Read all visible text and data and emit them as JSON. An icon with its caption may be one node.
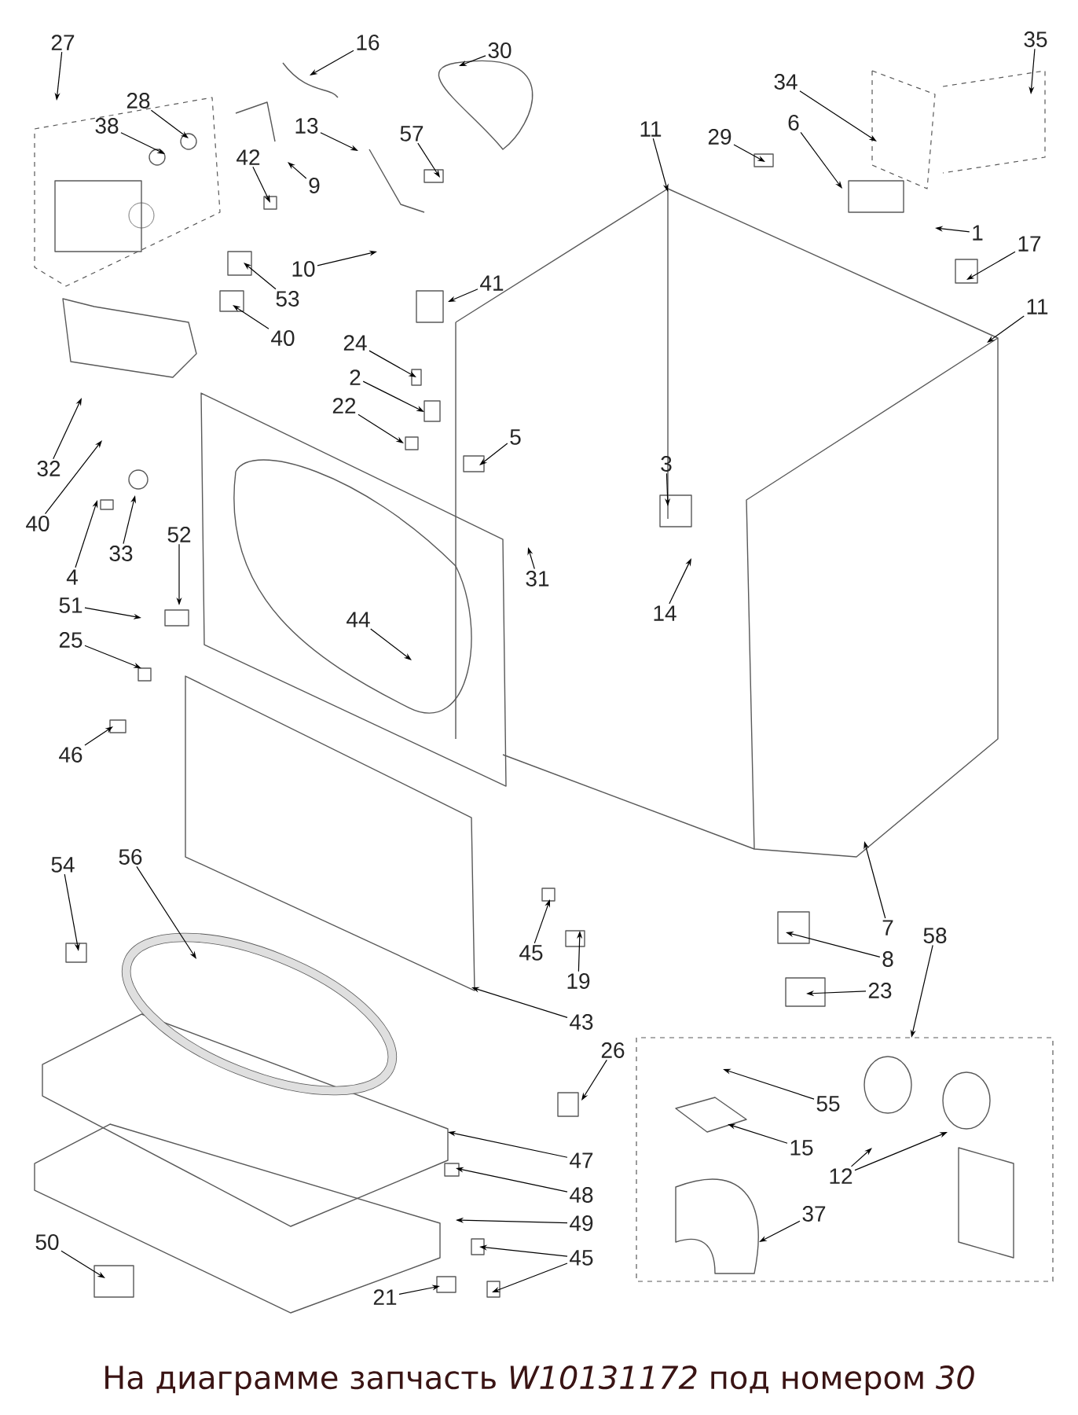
{
  "diagram": {
    "caption": "На диаграмме запчасть *W10131172* под номером *30*",
    "nodes": [
      {
        "text": [
          "27"
        ]
      },
      {
        "text": [
          "16"
        ]
      },
      {
        "text": [
          "30"
        ]
      },
      {
        "text": [
          "28"
        ]
      },
      {
        "text": [
          "38"
        ]
      },
      {
        "text": [
          "42"
        ]
      },
      {
        "text": [
          "9"
        ]
      },
      {
        "text": [
          "13"
        ]
      },
      {
        "text": [
          "57"
        ]
      },
      {
        "text": [
          "10"
        ]
      },
      {
        "text": [
          "53"
        ]
      },
      {
        "text": [
          "41"
        ]
      },
      {
        "text": [
          "40"
        ]
      },
      {
        "text": [
          "24"
        ]
      },
      {
        "text": [
          "2"
        ]
      },
      {
        "text": [
          "22"
        ]
      },
      {
        "text": [
          "5"
        ]
      },
      {
        "text": [
          "32"
        ]
      },
      {
        "text": [
          "40"
        ]
      },
      {
        "text": [
          "4"
        ]
      },
      {
        "text": [
          "33"
        ]
      },
      {
        "text": [
          "52"
        ]
      },
      {
        "text": [
          "51"
        ]
      },
      {
        "text": [
          "25"
        ]
      },
      {
        "text": [
          "11"
        ]
      },
      {
        "text": [
          "29"
        ]
      },
      {
        "text": [
          "6"
        ]
      },
      {
        "text": [
          "34"
        ]
      },
      {
        "text": [
          "35"
        ]
      },
      {
        "text": [
          "1"
        ]
      },
      {
        "text": [
          "17"
        ]
      },
      {
        "text": [
          "11"
        ]
      },
      {
        "text": [
          "3"
        ]
      },
      {
        "text": [
          "14"
        ]
      },
      {
        "text": [
          "31"
        ]
      },
      {
        "text": [
          "44"
        ]
      },
      {
        "text": [
          "46"
        ]
      },
      {
        "text": [
          "45"
        ]
      },
      {
        "text": [
          "19"
        ]
      },
      {
        "text": [
          "43"
        ]
      },
      {
        "text": [
          "7"
        ]
      },
      {
        "text": [
          "8"
        ]
      },
      {
        "text": [
          "23"
        ]
      },
      {
        "text": [
          "58"
        ]
      },
      {
        "text": [
          "54"
        ]
      },
      {
        "text": [
          "56"
        ]
      },
      {
        "text": [
          "26"
        ]
      },
      {
        "text": [
          "55"
        ]
      },
      {
        "text": [
          "15"
        ]
      },
      {
        "text": [
          "12"
        ]
      },
      {
        "text": [
          "47"
        ]
      },
      {
        "text": [
          "48"
        ]
      },
      {
        "text": [
          "49"
        ]
      },
      {
        "text": [
          "37"
        ]
      },
      {
        "text": [
          "50"
        ]
      },
      {
        "text": [
          "45"
        ]
      },
      {
        "text": [
          "21"
        ]
      }
    ],
    "edges": [
      {
        "from": 0,
        "to": null,
        "arrow": "to"
      },
      {
        "from": 1,
        "to": null,
        "arrow": "to"
      },
      {
        "from": 2,
        "to": null,
        "arrow": "to"
      },
      {
        "from": 3,
        "to": null,
        "arrow": "to"
      },
      {
        "from": 4,
        "to": null,
        "arrow": "to"
      },
      {
        "from": 5,
        "to": null,
        "arrow": "to"
      },
      {
        "from": 6,
        "to": null,
        "arrow": "to"
      },
      {
        "from": 7,
        "to": null,
        "arrow": "to"
      },
      {
        "from": 8,
        "to": null,
        "arrow": "to"
      },
      {
        "from": 9,
        "to": null,
        "arrow": "to"
      },
      {
        "from": 10,
        "to": null,
        "arrow": "to"
      },
      {
        "from": 11,
        "to": null,
        "arrow": "to"
      },
      {
        "from": 12,
        "to": null,
        "arrow": "to"
      },
      {
        "from": 13,
        "to": null,
        "arrow": "to"
      },
      {
        "from": 14,
        "to": null,
        "arrow": "to"
      },
      {
        "from": 15,
        "to": null,
        "arrow": "to"
      },
      {
        "from": 16,
        "to": null,
        "arrow": "to"
      },
      {
        "from": 17,
        "to": null,
        "arrow": "to"
      },
      {
        "from": 18,
        "to": null,
        "arrow": "to"
      },
      {
        "from": 19,
        "to": null,
        "arrow": "to"
      },
      {
        "from": 20,
        "to": null,
        "arrow": "to"
      },
      {
        "from": 21,
        "to": null,
        "arrow": "to"
      },
      {
        "from": 22,
        "to": null,
        "arrow": "to"
      },
      {
        "from": 23,
        "to": null,
        "arrow": "to"
      },
      {
        "from": 24,
        "to": null,
        "arrow": "to"
      },
      {
        "from": 25,
        "to": null,
        "arrow": "to"
      },
      {
        "from": 26,
        "to": null,
        "arrow": "to"
      },
      {
        "from": 27,
        "to": null,
        "arrow": "to"
      },
      {
        "from": 28,
        "to": null,
        "arrow": "to"
      },
      {
        "from": 29,
        "to": null,
        "arrow": "to"
      },
      {
        "from": 30,
        "to": null,
        "arrow": "to"
      },
      {
        "from": 31,
        "to": null,
        "arrow": "to"
      },
      {
        "from": 32,
        "to": null,
        "arrow": "to"
      },
      {
        "from": 33,
        "to": null,
        "arrow": "to"
      },
      {
        "from": 34,
        "to": null,
        "arrow": "to"
      },
      {
        "from": 35,
        "to": null,
        "arrow": "to"
      },
      {
        "from": 36,
        "to": null,
        "arrow": "to"
      },
      {
        "from": 37,
        "to": null,
        "arrow": "to"
      },
      {
        "from": 38,
        "to": null,
        "arrow": "to"
      },
      {
        "from": 39,
        "to": null,
        "arrow": "to"
      },
      {
        "from": 40,
        "to": null,
        "arrow": "to"
      },
      {
        "from": 41,
        "to": null,
        "arrow": "to"
      },
      {
        "from": 42,
        "to": null,
        "arrow": "to"
      },
      {
        "from": 43,
        "to": null,
        "arrow": "to"
      },
      {
        "from": 44,
        "to": null,
        "arrow": "to"
      },
      {
        "from": 45,
        "to": null,
        "arrow": "to"
      },
      {
        "from": 46,
        "to": null,
        "arrow": "to"
      },
      {
        "from": 47,
        "to": null,
        "arrow": "to"
      },
      {
        "from": 48,
        "to": null,
        "arrow": "to"
      },
      {
        "from": 49,
        "to": null,
        "arrow": "to"
      },
      {
        "from": 49,
        "to": null,
        "arrow": "to"
      },
      {
        "from": 50,
        "to": null,
        "arrow": "to"
      },
      {
        "from": 51,
        "to": null,
        "arrow": "to"
      },
      {
        "from": 52,
        "to": null,
        "arrow": "to"
      },
      {
        "from": 53,
        "to": null,
        "arrow": "to"
      },
      {
        "from": 54,
        "to": null,
        "arrow": "to"
      },
      {
        "from": 55,
        "to": null,
        "arrow": "to"
      },
      {
        "from": 55,
        "to": null,
        "arrow": "to"
      },
      {
        "from": 56,
        "to": null,
        "arrow": "to"
      }
    ]
  }
}
